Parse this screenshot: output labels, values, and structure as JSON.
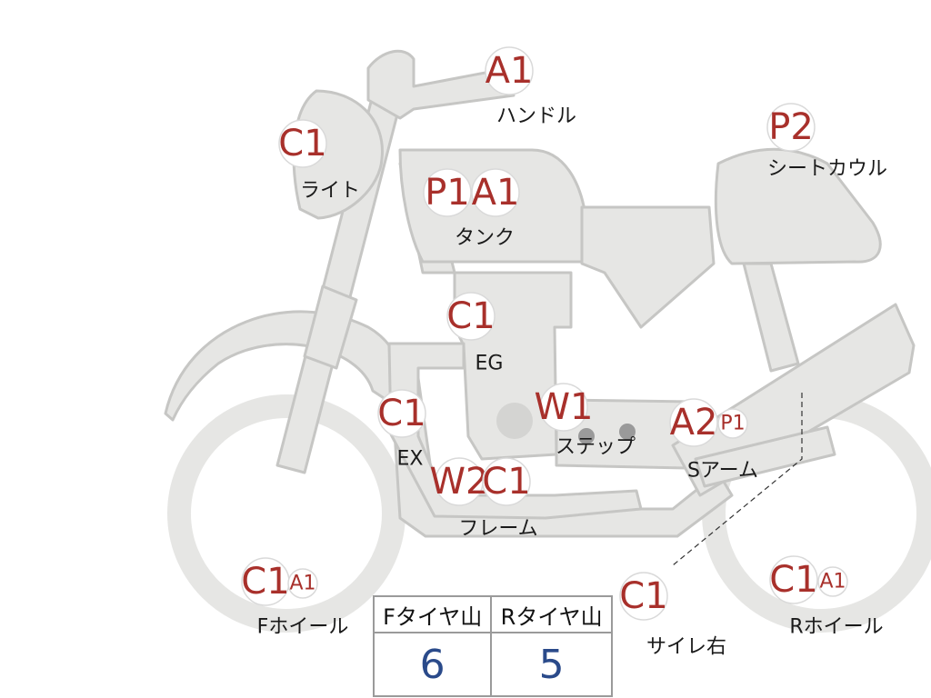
{
  "badges": [
    {
      "code": "A1",
      "part": "ハンドル",
      "state": "A"
    },
    {
      "code": "C1",
      "part": "ライト",
      "state": "C"
    },
    {
      "code": "P1",
      "part": "タンク",
      "state": "P"
    },
    {
      "code": "A1",
      "part": "タンク",
      "state": "A"
    },
    {
      "code": "P2",
      "part": "シートカウル",
      "state": "P"
    },
    {
      "code": "C1",
      "part": "EG",
      "state": "C"
    },
    {
      "code": "C1",
      "part": "EX",
      "state": "C"
    },
    {
      "code": "W1",
      "part": "ステップ",
      "state": "W"
    },
    {
      "code": "A2",
      "part": "Sアーム",
      "state": "A"
    },
    {
      "code": "P1",
      "part": "Sアーム",
      "state": "P"
    },
    {
      "code": "W2",
      "part": "フレーム",
      "state": "W"
    },
    {
      "code": "C1",
      "part": "フレーム",
      "state": "C"
    },
    {
      "code": "C1",
      "part": "Fホイール",
      "state": "C"
    },
    {
      "code": "A1",
      "part": "Fホイール",
      "state": "A"
    },
    {
      "code": "C1",
      "part": "サイレ右",
      "state": "C"
    },
    {
      "code": "C1",
      "part": "Rホイール",
      "state": "C"
    },
    {
      "code": "A1",
      "part": "Rホイール",
      "state": "A"
    }
  ],
  "labels": [
    "ハンドル",
    "ライト",
    "タンク",
    "シートカウル",
    "EG",
    "EX",
    "ステップ",
    "Sアーム",
    "フレーム",
    "Fホイール",
    "サイレ右",
    "Rホイール"
  ],
  "tread_table": {
    "headers": [
      "Fタイヤ山",
      "Rタイヤ山"
    ],
    "values": [
      "6",
      "5"
    ]
  },
  "colors": {
    "badge_text": "#a8302b",
    "badge_fill": "#ffffff",
    "badge_stroke": "#d9d9d9",
    "part_fill": "#e6e6e4",
    "part_stroke": "#c6c6c4",
    "table_value": "#2a4a8a"
  }
}
